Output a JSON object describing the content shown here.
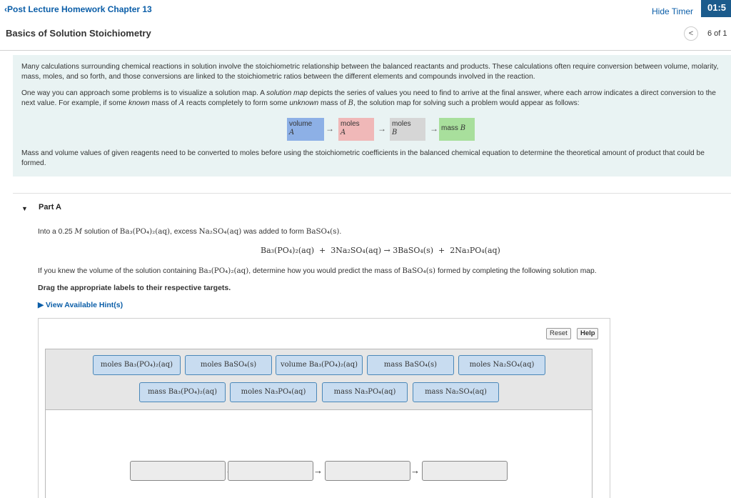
{
  "header": {
    "back_label": "Post Lecture Homework Chapter 13",
    "hide_timer_label": "Hide Timer",
    "timer": "01:5",
    "page_title": "Basics of Solution Stoichiometry",
    "page_count": "6 of 1"
  },
  "intro": {
    "p1": "Many calculations surrounding chemical reactions in solution involve the stoichiometric relationship between the balanced reactants and products. These calculations often require conversion between volume, molarity, mass, moles, and so forth, and those conversions are linked to the stoichiometric ratios between the different elements and compounds involved in the reaction.",
    "p2": {
      "a": "One way you can approach some problems is to visualize a solution map. A ",
      "term": "solution map",
      "b": " depicts the series of values you need to find to arrive at the final answer, where each arrow indicates a direct conversion to the next value. For example, if some ",
      "known": "known",
      "c": " mass of ",
      "A": "A",
      "d": " reacts completely to form some ",
      "unknown": "unknown",
      "e": " mass of ",
      "B": "B",
      "f": ", the solution map for solving such a problem would appear as follows:"
    },
    "map": [
      {
        "word": "volume",
        "var": "A",
        "color": "#8db0e6"
      },
      {
        "word": "moles",
        "var": "A",
        "color": "#f0b8b8"
      },
      {
        "word": "moles",
        "var": "B",
        "color": "#d6d6d6"
      },
      {
        "word": "mass",
        "var": "B",
        "color": "#a8df9c"
      }
    ],
    "arrow": "→",
    "p3": "Mass and volume values of given reagents need to be converted to moles before using the stoichiometric coefficients in the balanced chemical equation to determine the theoretical amount of product that could be formed."
  },
  "part": {
    "caret": "▼",
    "label": "Part A",
    "q1": {
      "a": "Into a 0.25 ",
      "M": "M",
      "b": " solution of ",
      "c": ", excess ",
      "d": " was added to form ",
      "e": "."
    },
    "q2": {
      "a": "If you knew the volume of the solution containing ",
      "b": ", determine how you would predict the mass of ",
      "c": " formed by completing the following solution map."
    },
    "instruction": "Drag the appropriate labels to their respective targets.",
    "hint": "▶  View Available Hint(s)"
  },
  "chem": {
    "ba_po4": "Ba₃(PO₄)₂(aq)",
    "na2so4": "Na₂SO₄(aq)",
    "baso4": "BaSO₄(s)",
    "equation": "Ba₃(PO₄)₂(aq)  +  3Na₂SO₄(aq) → 3BaSO₄(s)  +  2Na₃PO₄(aq)"
  },
  "tools": {
    "reset": "Reset",
    "help": "Help"
  },
  "labels": [
    "moles Ba₃(PO₄)₂(aq)",
    "moles BaSO₄(s)",
    "volume Ba₃(PO₄)₂(aq)",
    "mass BaSO₄(s)",
    "moles Na₂SO₄(aq)",
    "mass Ba₃(PO₄)₂(aq)",
    "moles Na₃PO₄(aq)",
    "mass Na₃PO₄(aq)",
    "mass Na₂SO₄(aq)"
  ],
  "target_arrow": "→"
}
